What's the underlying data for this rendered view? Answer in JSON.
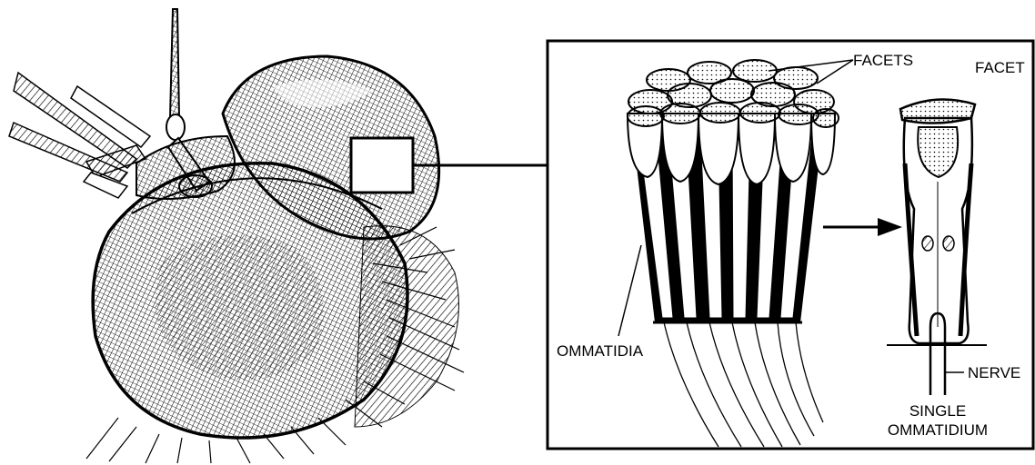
{
  "labels": {
    "facets": "FACETS",
    "facet": "FACET",
    "ommatidia": "OMMATIDIA",
    "nerve": "NERVE",
    "single_line1": "SINGLE",
    "single_line2": "OMMATIDIUM"
  },
  "colors": {
    "ink": "#000000",
    "paper": "#ffffff",
    "shade": "#d8d8d8"
  }
}
